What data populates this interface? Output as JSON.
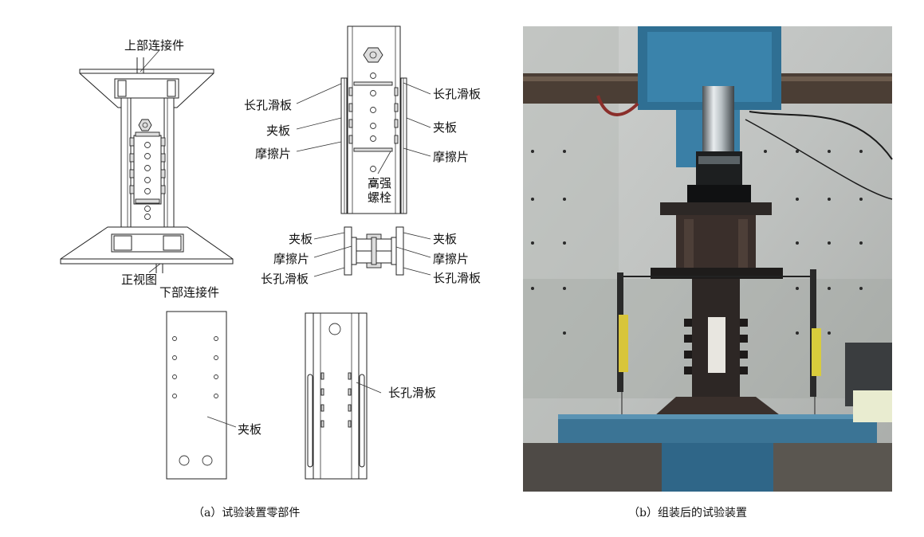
{
  "labels": {
    "top_connector": "上部连接件",
    "front_view": "正视图",
    "bottom_connector": "下部连接件",
    "slot_plate_left": "长孔滑板",
    "slot_plate_right": "长孔滑板",
    "clamp_plate_left": "夹板",
    "clamp_plate_right": "夹板",
    "friction_left": "摩擦片",
    "friction_right": "摩擦片",
    "bolt_line1": "高强",
    "bolt_line2": "螺栓",
    "sec_clamp_left": "夹板",
    "sec_friction_left": "摩擦片",
    "sec_slot_left": "长孔滑板",
    "sec_clamp_right": "夹板",
    "sec_friction_right": "摩擦片",
    "sec_slot_right": "长孔滑板",
    "clamp_plate_detail": "夹板",
    "slot_plate_detail": "长孔滑板"
  },
  "captions": {
    "a": "（a）试验装置零部件",
    "b": "（b）组装后的试验装置"
  }
}
